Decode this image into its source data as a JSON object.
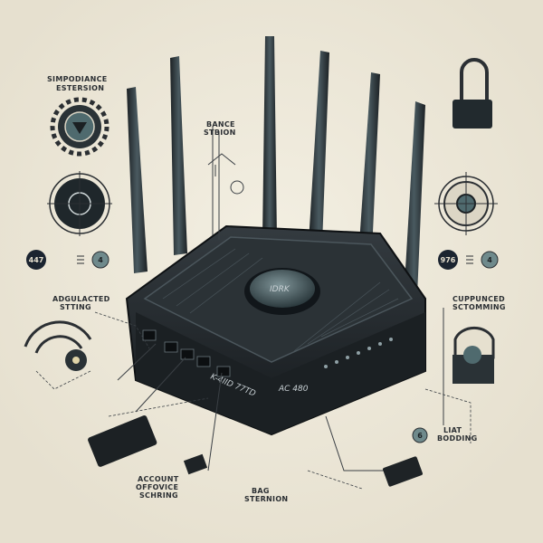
{
  "labels": {
    "top_left": [
      "SIMPODIANCE",
      "ESTERSION"
    ],
    "top_center": [
      "BANCE",
      "STBION"
    ],
    "mid_left": [
      "ADGULACTED",
      "STTING"
    ],
    "mid_right": [
      "CUPPUNCED",
      "SCTOMMING"
    ],
    "bottom_left": [
      "ACCOUNT",
      "OFFOVICE",
      "SCHRING"
    ],
    "bottom_center": [
      "BAG",
      "STERNION"
    ],
    "bottom_right": [
      "LIAT",
      "BODDING"
    ]
  },
  "badges": {
    "left_number": "447",
    "left_circle": "4",
    "right_number": "976",
    "right_circle": "4",
    "bottom_circle": "6"
  },
  "router": {
    "model_text": "K-4IID 77TD",
    "ac_text": "AC 480",
    "dial_text": "IDRK"
  },
  "colors": {
    "background": "#ebe6d6",
    "router_body": "#22272b",
    "accent_teal": "#4f6a6e",
    "ink": "#2b2f33"
  }
}
